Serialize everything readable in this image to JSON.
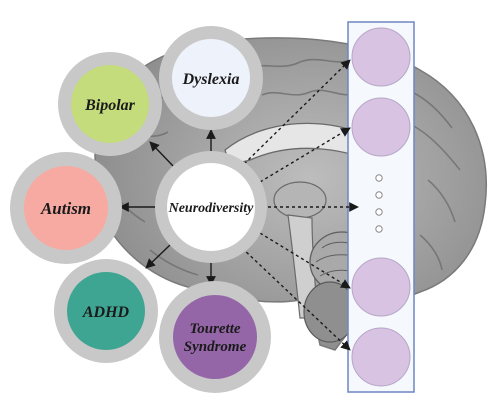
{
  "center": {
    "label": "Neurodiversity"
  },
  "conditions": [
    {
      "label": "Dyslexia",
      "fill": "#eef3fb"
    },
    {
      "label": "Bipolar",
      "fill": "#c4dc7c"
    },
    {
      "label": "Autism",
      "fill": "#f6aaa2"
    },
    {
      "label": "ADHD",
      "fill": "#3fa593"
    },
    {
      "label_line1": "Tourette",
      "label_line2": "Syndrome",
      "fill": "#9466a8"
    }
  ],
  "panel": {
    "placeholder_fill": "#d9c3e3",
    "border_color": "#6f86c4",
    "continuation": "more conditions"
  },
  "colors": {
    "ring": "#c8c8c8",
    "arrow": "#1a1a1a",
    "brain": "#9e9e9e"
  }
}
